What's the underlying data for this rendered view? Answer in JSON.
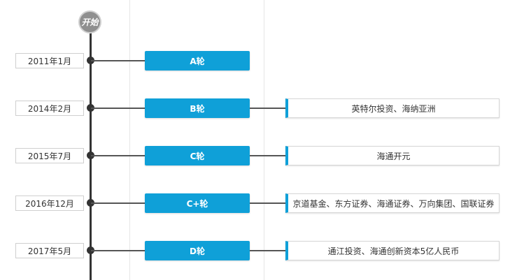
{
  "start_label": "开始",
  "events": [
    {
      "date": "2011年1月",
      "round": "A轮",
      "investors": ""
    },
    {
      "date": "2014年2月",
      "round": "B轮",
      "investors": "英特尔投资、海纳亚洲"
    },
    {
      "date": "2015年7月",
      "round": "C轮",
      "investors": "海通开元"
    },
    {
      "date": "2016年12月",
      "round": "C+轮",
      "investors": "京道基金、东方证券、海通证券、万向集团、国联证券"
    },
    {
      "date": "2017年5月",
      "round": "D轮",
      "investors": "通江投资、海通创新资本5亿人民币"
    }
  ],
  "colors": {
    "accent": "#0fa0d8",
    "axis": "#333333",
    "badge": "#8f8f8f"
  }
}
